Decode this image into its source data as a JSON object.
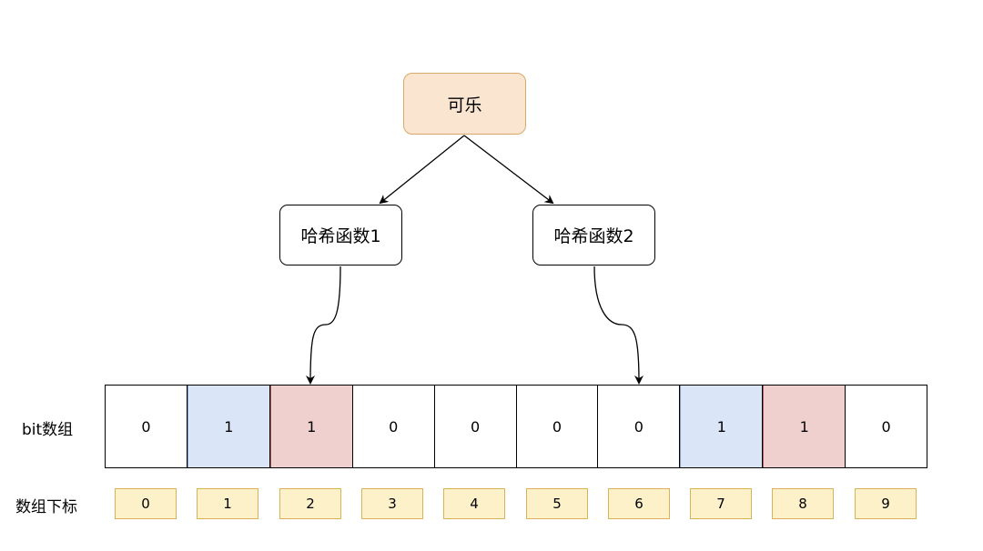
{
  "root": {
    "label": "可乐"
  },
  "hash_functions": [
    {
      "label": "哈希函数1",
      "maps_to_index": 2
    },
    {
      "label": "哈希函数2",
      "maps_to_index": 6
    }
  ],
  "bit_array": {
    "label": "bit数组",
    "cells": [
      {
        "value": "0",
        "highlight": "none"
      },
      {
        "value": "1",
        "highlight": "blue"
      },
      {
        "value": "1",
        "highlight": "red"
      },
      {
        "value": "0",
        "highlight": "none"
      },
      {
        "value": "0",
        "highlight": "none"
      },
      {
        "value": "0",
        "highlight": "none"
      },
      {
        "value": "0",
        "highlight": "none"
      },
      {
        "value": "1",
        "highlight": "blue"
      },
      {
        "value": "1",
        "highlight": "red"
      },
      {
        "value": "0",
        "highlight": "none"
      }
    ]
  },
  "index_row": {
    "label": "数组下标",
    "values": [
      "0",
      "1",
      "2",
      "3",
      "4",
      "5",
      "6",
      "7",
      "8",
      "9"
    ]
  },
  "colors": {
    "root_fill": "#fae6d0",
    "root_border": "#d8a96a",
    "highlight_blue": "#dae6f8",
    "highlight_red": "#f0d0cf",
    "index_fill": "#fdf1c9",
    "index_border": "#d9b25a"
  }
}
